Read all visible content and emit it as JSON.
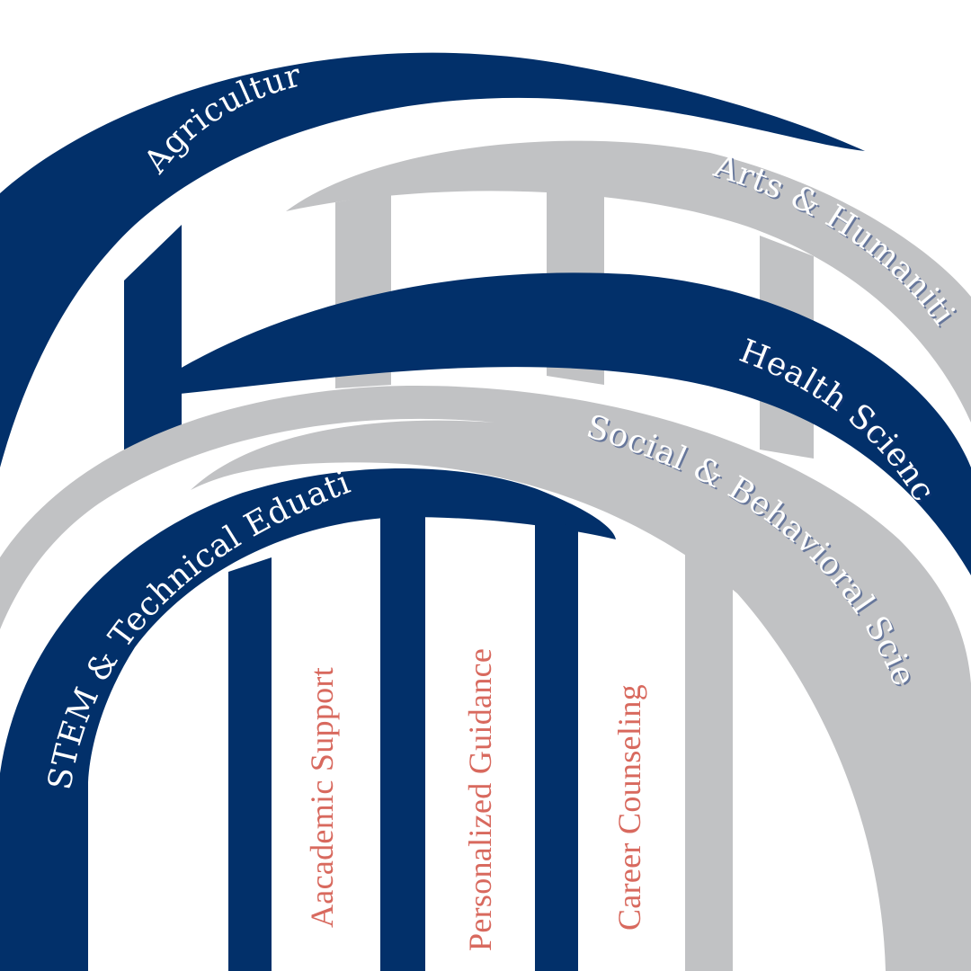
{
  "colors": {
    "navy": "#02306a",
    "gray": "#c1c2c4",
    "white": "#ffffff",
    "coral": "#d8695e"
  },
  "arcs": {
    "agriculture": "Agriculture",
    "arts_humanities": "Arts & Humanities",
    "health_science": "Health Science",
    "social_behavioral": "Social & Behavioral Science",
    "stem": "STEM & Technical Eduation"
  },
  "pillars": {
    "academic_support": "Aacademic Support",
    "personalized_guidance": "Personalized Guidance",
    "career_counseling": "Career Counseling"
  }
}
